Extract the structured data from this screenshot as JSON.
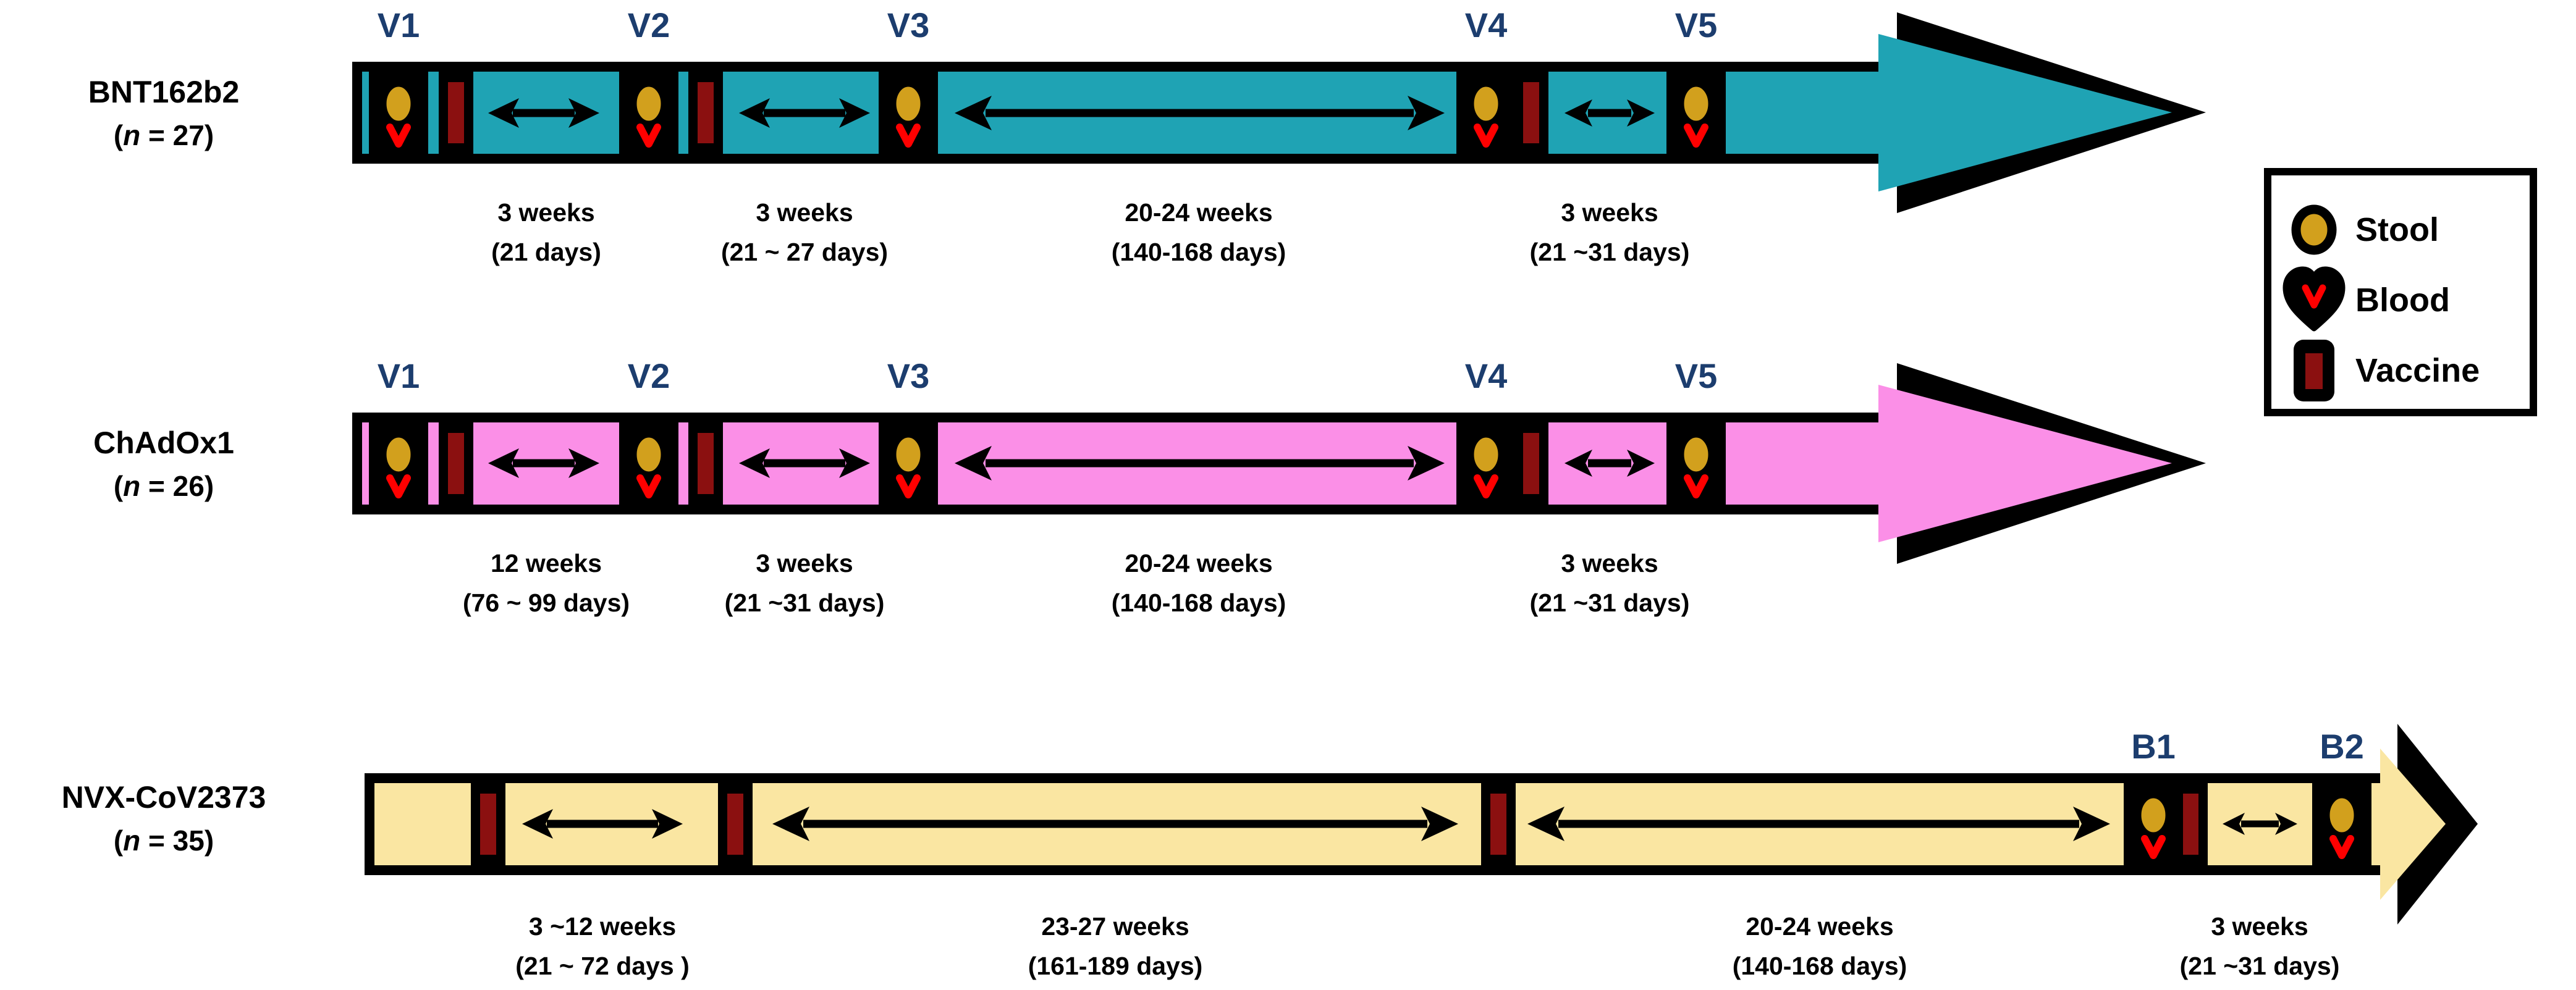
{
  "figure": {
    "type": "study-design-timeline",
    "rows": [
      {
        "name": "BNT162b2",
        "n_prefix": "(",
        "n_italic": "n",
        "n_suffix": " = 27)",
        "arrow_color": "#1FA3B4",
        "visits": [
          "V1",
          "V2",
          "V3",
          "V4",
          "V5"
        ],
        "intervals": [
          {
            "line1": "3 weeks",
            "line2": "(21 days)"
          },
          {
            "line1": "3 weeks",
            "line2": "(21 ~ 27 days)"
          },
          {
            "line1": "20-24 weeks",
            "line2": "(140-168 days)"
          },
          {
            "line1": "3 weeks",
            "line2": "(21 ~31 days)"
          }
        ]
      },
      {
        "name": "ChAdOx1",
        "n_prefix": "(",
        "n_italic": "n",
        "n_suffix": " = 26)",
        "arrow_color": "#FB8FE7",
        "visits": [
          "V1",
          "V2",
          "V3",
          "V4",
          "V5"
        ],
        "intervals": [
          {
            "line1": "12 weeks",
            "line2": "(76 ~ 99 days)"
          },
          {
            "line1": "3 weeks",
            "line2": "(21 ~31 days)"
          },
          {
            "line1": "20-24 weeks",
            "line2": "(140-168 days)"
          },
          {
            "line1": "3 weeks",
            "line2": "(21 ~31 days)"
          }
        ]
      },
      {
        "name": "NVX-CoV2373",
        "n_prefix": "(",
        "n_italic": "n",
        "n_suffix": " = 35)",
        "arrow_color": "#FAE6A2",
        "visits": [
          "B1",
          "B2"
        ],
        "intervals": [
          {
            "line1": "3 ~12 weeks",
            "line2": "(21 ~ 72 days )"
          },
          {
            "line1": "23-27 weeks",
            "line2": "(161-189 days)"
          },
          {
            "line1": "20-24 weeks",
            "line2": "(140-168 days)"
          },
          {
            "line1": "3 weeks",
            "line2": "(21 ~31 days)"
          }
        ]
      }
    ],
    "legend": {
      "items": [
        {
          "icon": "stool-icon",
          "label": "Stool"
        },
        {
          "icon": "blood-icon",
          "label": "Blood"
        },
        {
          "icon": "vaccine-icon",
          "label": "Vaccine"
        }
      ]
    },
    "colors": {
      "teal_arrow": "#1FA3B4",
      "pink_arrow": "#FB8FE7",
      "cream_arrow": "#FAE6A2",
      "stool_gold": "#D2A01D",
      "blood_red": "#FF0000",
      "vaccine_maroon": "#8B1010",
      "visit_label_navy": "#1C3D6E",
      "outline_black": "#000000",
      "background": "#FFFFFF"
    }
  }
}
